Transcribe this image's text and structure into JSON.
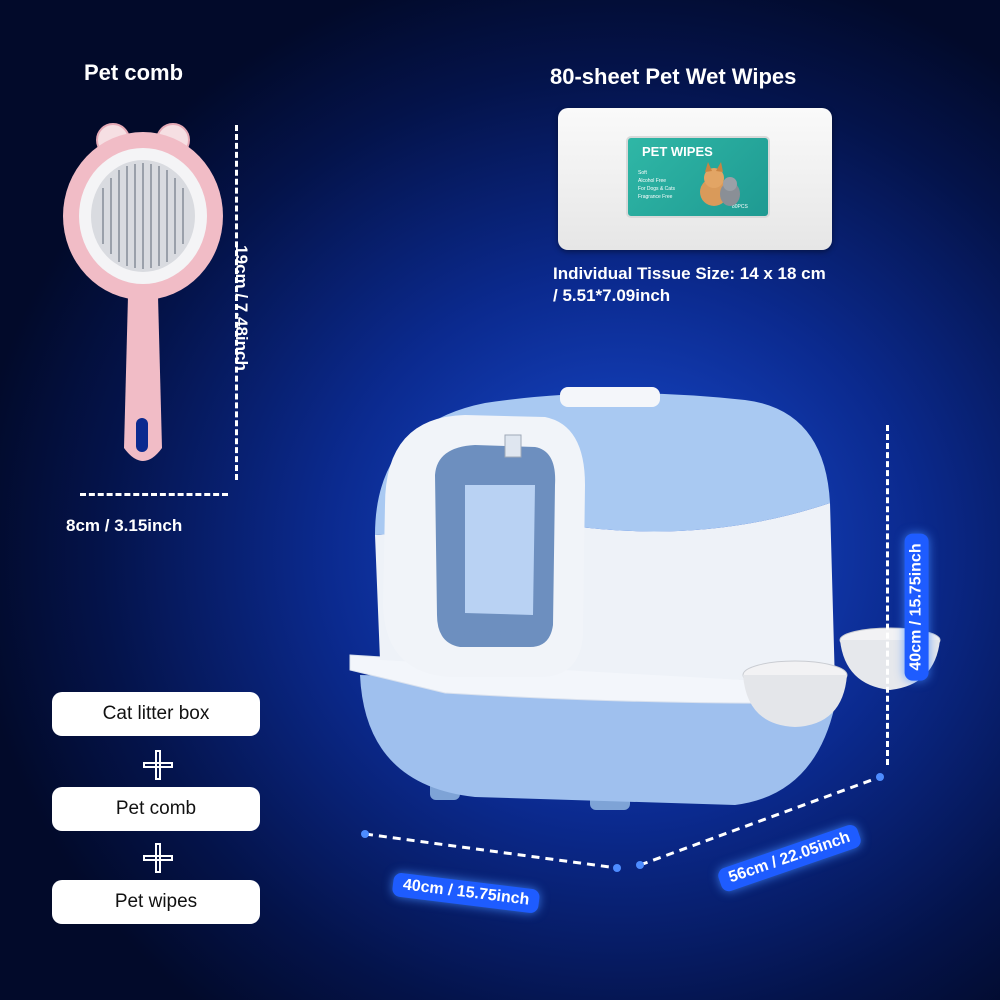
{
  "comb": {
    "title": "Pet comb",
    "height_label": "19cm / 7.48inch",
    "width_label": "8cm / 3.15inch"
  },
  "wipes": {
    "title": "80-sheet Pet Wet Wipes",
    "size_line1": "Individual Tissue Size: 14 x 18 cm",
    "size_line2": "/ 5.51*7.09inch",
    "pack": {
      "brand": "PET WIPES",
      "features": [
        "Soft",
        "Alcohol Free",
        "For Dogs & Cats",
        "Fragrance Free"
      ],
      "count": "80PCS"
    }
  },
  "litter_box": {
    "height_label": "40cm / 15.75inch",
    "width_label": "40cm / 15.75inch",
    "depth_label": "56cm / 22.05inch"
  },
  "contents": {
    "items": [
      "Cat litter box",
      "Pet comb",
      "Pet wipes"
    ]
  },
  "colors": {
    "background_center": "#1a4fd8",
    "background_edge": "#020a2a",
    "label_blue": "#1e5cff",
    "comb_pink": "#f1bcc6",
    "box_blue": "#a9c9f2",
    "wipes_teal": "#2fb7a6"
  }
}
